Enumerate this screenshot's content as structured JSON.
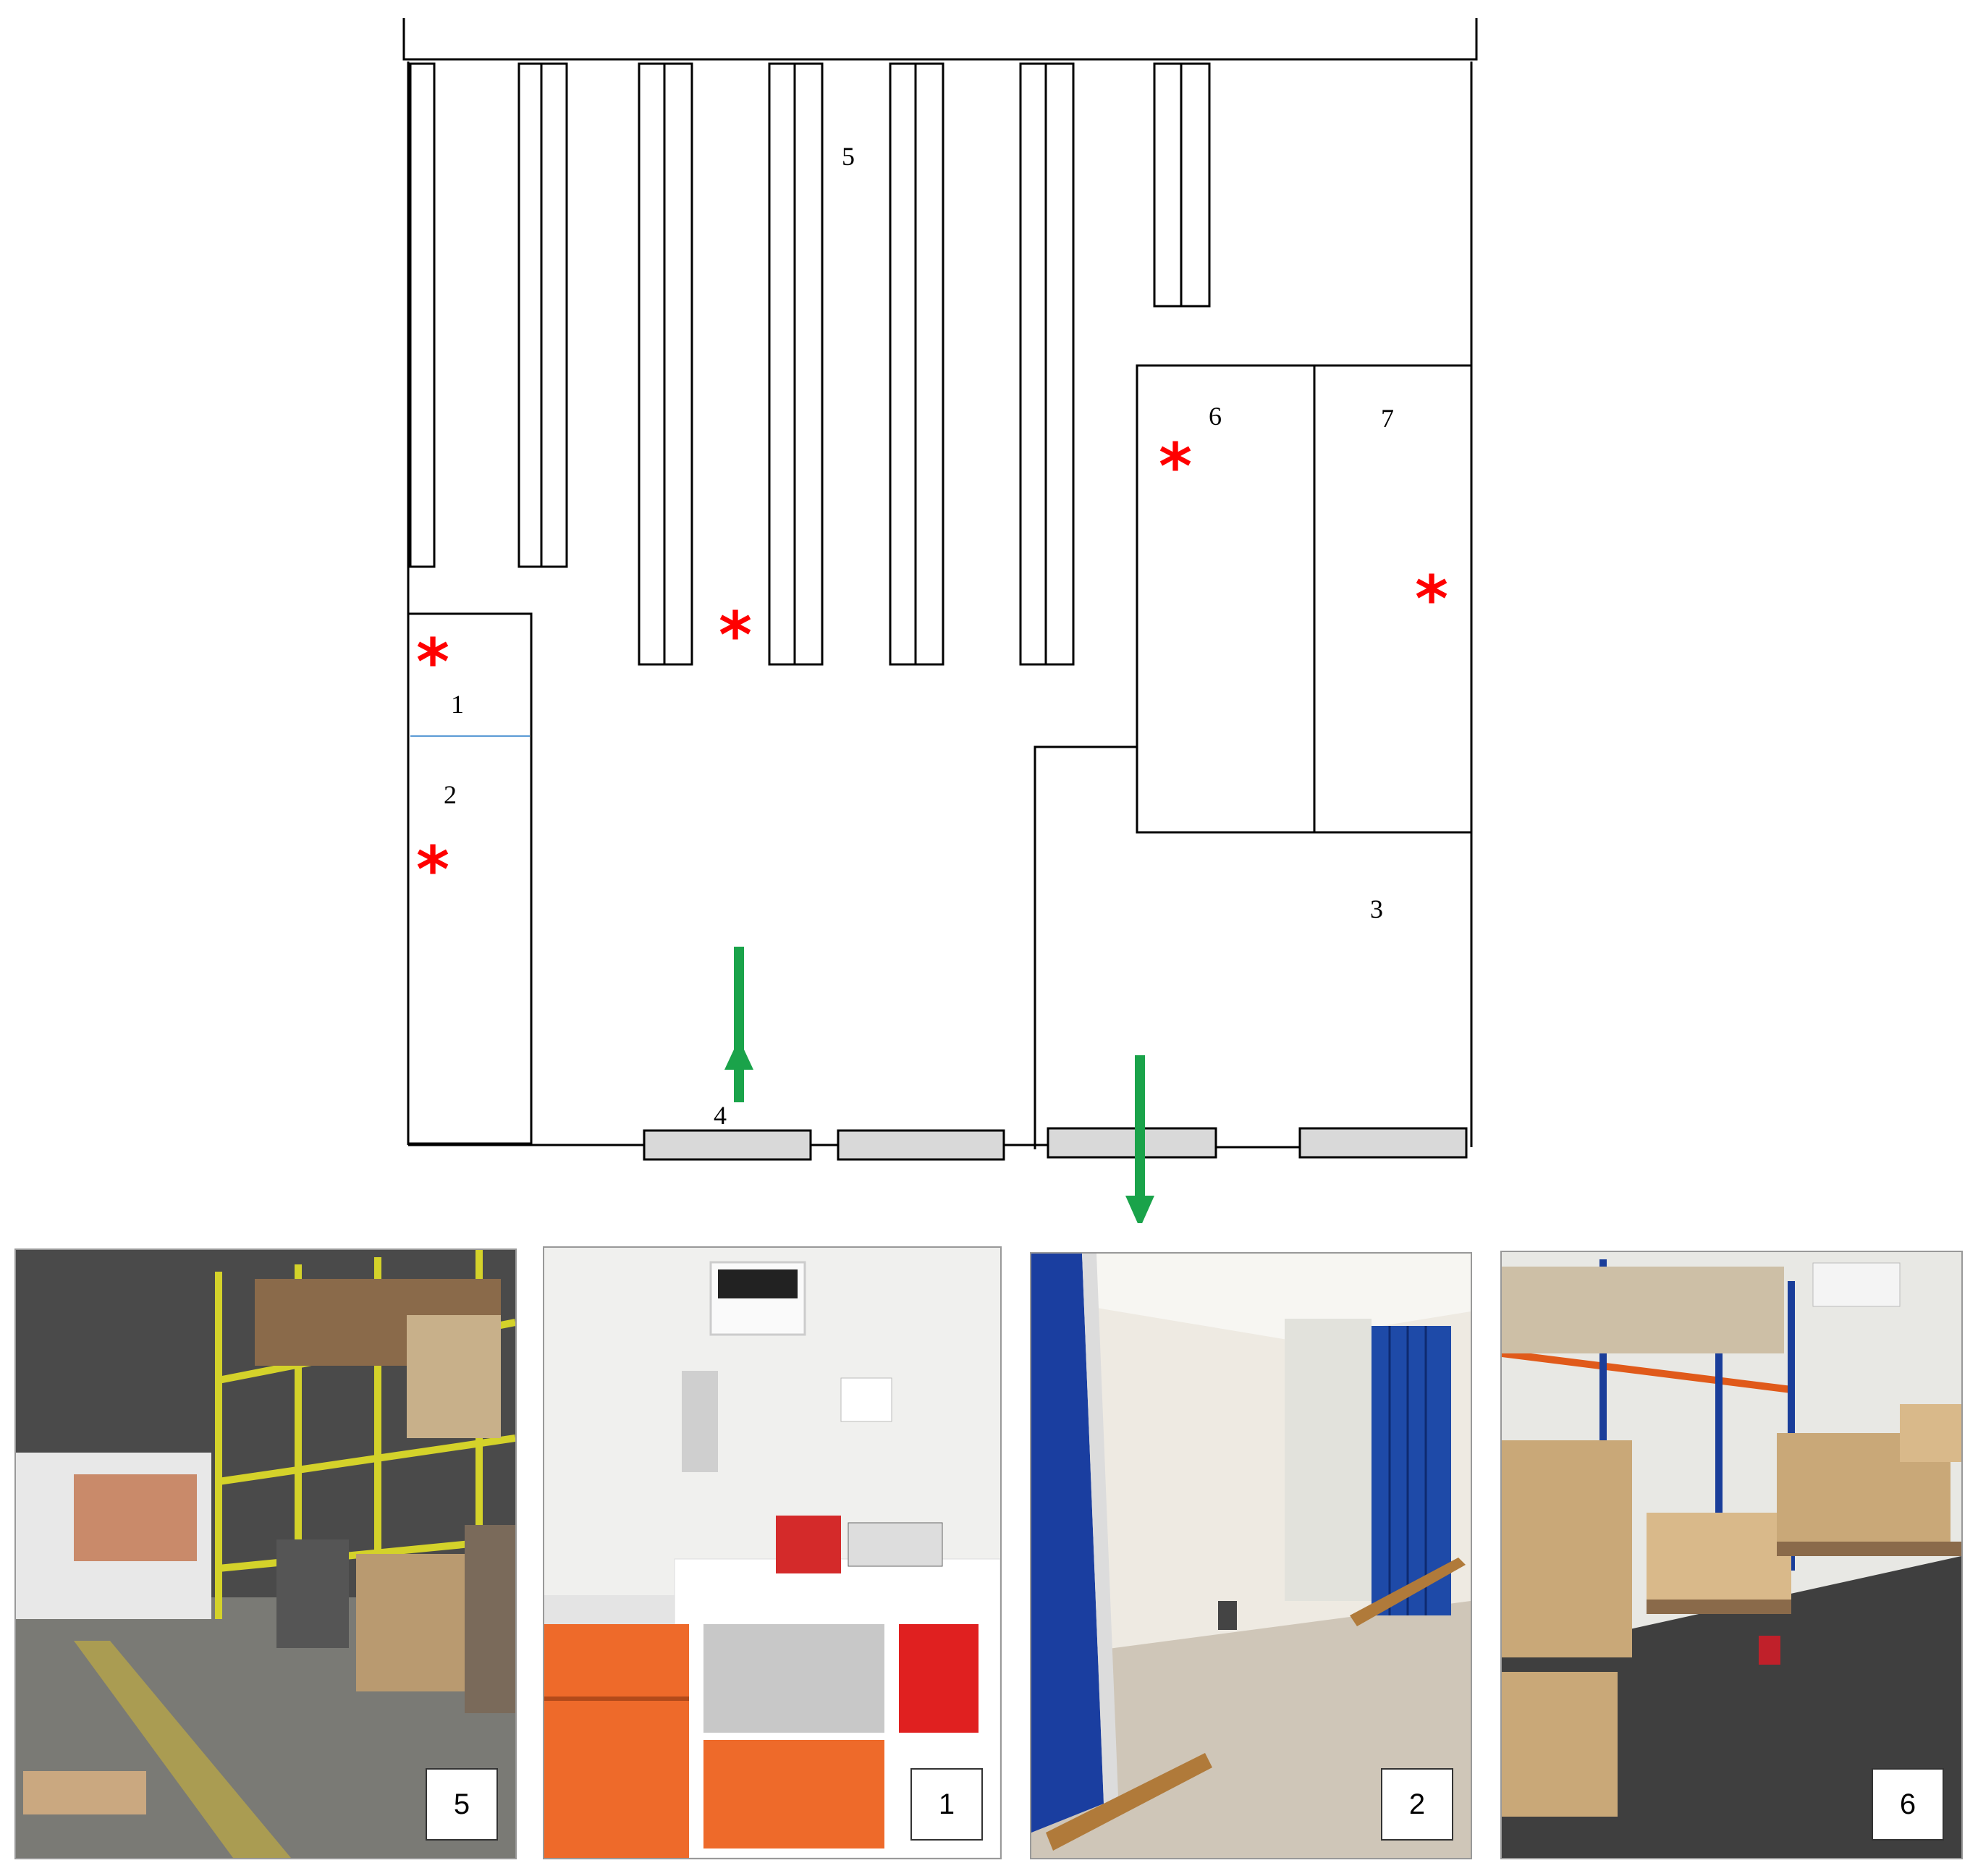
{
  "plan": {
    "labels": {
      "zone1": "1",
      "zone2": "2",
      "zone3": "3",
      "zone4": "4",
      "zone5": "5",
      "zone6": "6",
      "zone7": "7"
    },
    "marker_glyph": "*",
    "colors": {
      "wall": "#000000",
      "marker": "#ff0000",
      "arrow": "#1aa34a",
      "door": "#d9d9d9",
      "divider": "#5b9bd5"
    }
  },
  "photos": [
    {
      "badge": "5"
    },
    {
      "badge": "1"
    },
    {
      "badge": "2"
    },
    {
      "badge": "6"
    }
  ]
}
